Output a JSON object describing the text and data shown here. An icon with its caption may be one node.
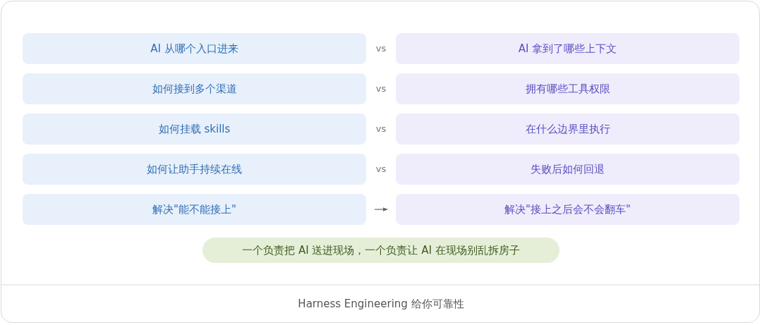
{
  "diagram": {
    "caption": "Harness Engineering 给你可靠性",
    "nodes": [
      {
        "text": [
          "AI 从哪个入口进来"
        ]
      },
      {
        "text": [
          "AI 拿到了哪些上下文"
        ]
      },
      {
        "text": [
          "如何接到多个渠道"
        ]
      },
      {
        "text": [
          "拥有哪些工具权限"
        ]
      },
      {
        "text": [
          "如何挂载 skills"
        ]
      },
      {
        "text": [
          "在什么边界里执行"
        ]
      },
      {
        "text": [
          "如何让助手持续在线"
        ]
      },
      {
        "text": [
          "失败后如何回退"
        ]
      },
      {
        "text": [
          "解决\"能不能接上\""
        ]
      },
      {
        "text": [
          "解决\"接上之后会不会翻车\""
        ]
      },
      {
        "text": [
          "一个负责把 AI 送进现场，一个负责让 AI 在现场别乱拆房子"
        ]
      }
    ],
    "edges": [
      {
        "from": 8,
        "to": 9,
        "arrow": "to"
      }
    ],
    "labels": [
      "vs",
      "vs",
      "vs",
      "vs"
    ]
  }
}
